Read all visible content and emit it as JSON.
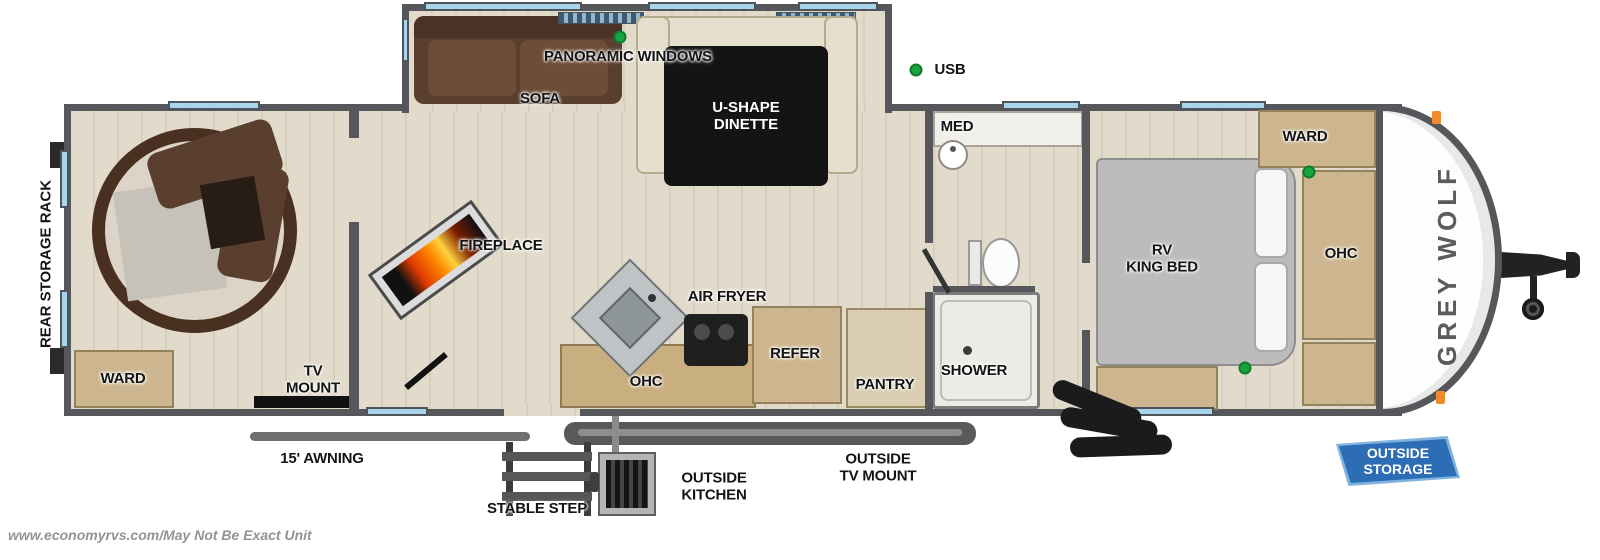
{
  "page": {
    "watermark": "www.economyrvs.com/May Not Be Exact Unit"
  },
  "brand": {
    "name": "GREY WOLF"
  },
  "colors": {
    "wall": "#55575a",
    "floor_light": "#e2dbcb",
    "floor_dark": "#d7cfbe",
    "window_blue": "#a8d4ec",
    "cabinet_tan": "#cdb68f",
    "sofa_brown": "#5a3f2f",
    "dot_green": "#18a53f",
    "badge_blue": "#2d6db5",
    "marker_orange": "#ef8b2d"
  },
  "callouts": {
    "rear_storage_rack": "REAR STORAGE RACK",
    "panoramic_windows": "PANORAMIC WINDOWS",
    "usb": "USB",
    "awning": "15' AWNING",
    "stable_step": "STABLE STEP",
    "outside_kitchen": "OUTSIDE\nKITCHEN",
    "outside_tv_mount": "OUTSIDE\nTV MOUNT",
    "outside_storage": "OUTSIDE\nSTORAGE"
  },
  "rooms": {
    "garage": {
      "ward": "WARD",
      "tv_mount": "TV\nMOUNT"
    },
    "living": {
      "sofa": "SOFA",
      "dinette": "U-SHAPE\nDINETTE",
      "fireplace": "FIREPLACE"
    },
    "kitchen": {
      "air_fryer": "AIR FRYER",
      "ohc": "OHC",
      "refer": "REFER",
      "pantry": "PANTRY"
    },
    "bathroom": {
      "med": "MED",
      "shower": "SHOWER"
    },
    "bedroom": {
      "bed": "RV\nKING BED",
      "ward": "WARD",
      "ohc": "OHC"
    }
  }
}
